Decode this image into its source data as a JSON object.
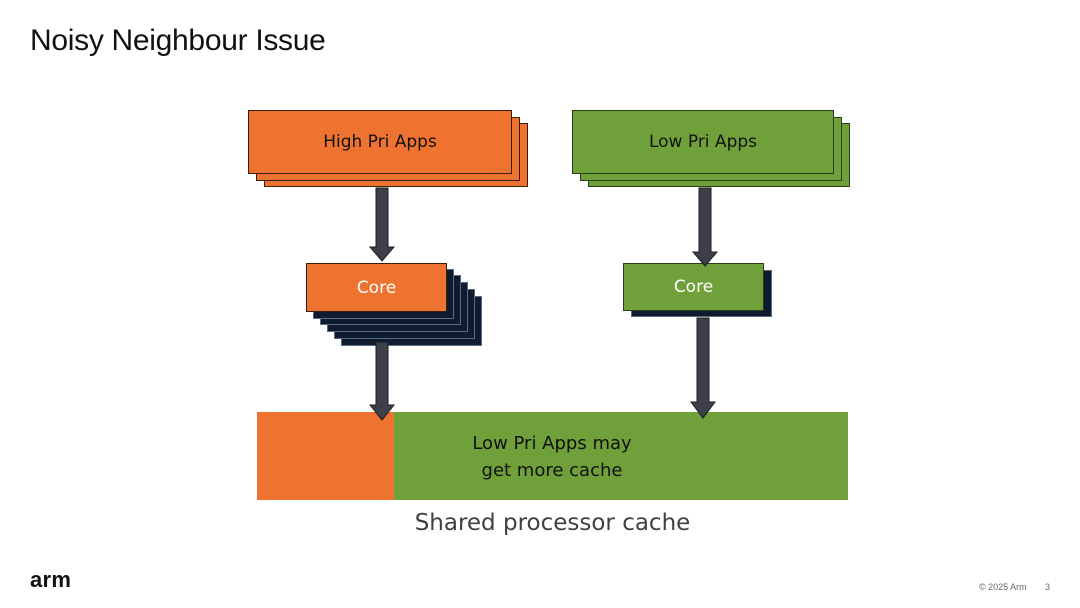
{
  "slide": {
    "title": "Noisy Neighbour Issue",
    "footer_copyright": "© 2025 Arm",
    "page_number": "3",
    "logo_text": "arm"
  },
  "diagram": {
    "high_pri_apps_label": "High Pri Apps",
    "low_pri_apps_label": "Low Pri Apps",
    "high_core_label": "Core",
    "low_core_label": "Core",
    "cache_note_line1": "Low Pri Apps may",
    "cache_note_line2": "get more cache",
    "cache_caption": "Shared processor cache"
  },
  "colors": {
    "high_priority": "#ee7330",
    "low_priority": "#70a03a",
    "core_stack_shadow": "#0f1b2e",
    "arrow": "#3d3f4a"
  }
}
